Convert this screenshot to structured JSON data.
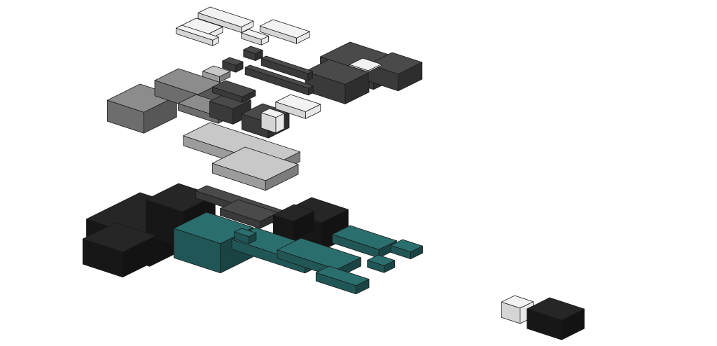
{
  "diagram": {
    "type": "exploded-isometric-massing",
    "palette": {
      "white": "#f2f2f2",
      "light": "#c8c8c8",
      "mid": "#8c8c8c",
      "dark": "#4a4a4a",
      "black": "#1e1e1e",
      "teal": "#2a6e6e",
      "edge": "#1a1a1a"
    },
    "layers": [
      {
        "name": "upper-level-blocks",
        "tone": "white"
      },
      {
        "name": "roof-deck-level",
        "tone": "dark"
      },
      {
        "name": "mid-level-blocks",
        "tone": "mid"
      },
      {
        "name": "slab-level",
        "tone": "light"
      },
      {
        "name": "ground-level-teal",
        "tone": "teal"
      },
      {
        "name": "ground-level-black",
        "tone": "black"
      }
    ],
    "legend_key": {
      "name": "scale-key-block",
      "tones": [
        "white",
        "black"
      ]
    }
  }
}
